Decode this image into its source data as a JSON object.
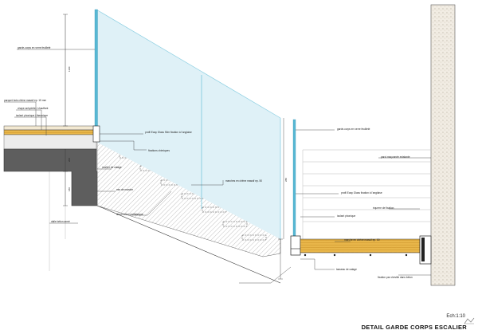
{
  "title": "DETAIL GARDE CORPS ESCALIER",
  "scale": "Ech:1:10",
  "colors": {
    "glass": "#58b8d4",
    "glass_fill": "#dff1f7",
    "concrete": "#5a5a5a",
    "timber": "#e8b64a",
    "stair_hatch": "#cfcfcf",
    "wall_dots": "#e9e2d6"
  },
  "left_labels": {
    "glass_top": "garde-corps en verre feuilleté",
    "floor_finish": "parquet bois chêne massif ep. 15 mm",
    "screed": "chape anhydrite / chauffant",
    "insulation": "isolant phonique / thermique",
    "profile": "profil Easy Glass Slim fixation à l'anglaise",
    "anchors": "fixations chimiques",
    "mortar": "mortier de calage",
    "nosing": "nez de marche",
    "stair_flight": "limon béton préfabriqué",
    "treads": "marches en chêne massif ep. 50",
    "slab": "dalle béton armé"
  },
  "right_labels": {
    "glass_top": "garde-corps en verre feuilleté",
    "wall": "paroi maçonnée existante",
    "profile": "profil Easy Glass fixation à l'anglaise",
    "insulation": "isolant phonique",
    "tread": "marche en chêne massif ep. 50",
    "support": "équerre de fixation",
    "cleat": "tasseau de calage",
    "wall_fix": "fixation par cheville dans béton"
  },
  "dimensions": {
    "glass_height": "1100",
    "slab_height": "200",
    "step_height": "180",
    "tread_depth": "280"
  }
}
